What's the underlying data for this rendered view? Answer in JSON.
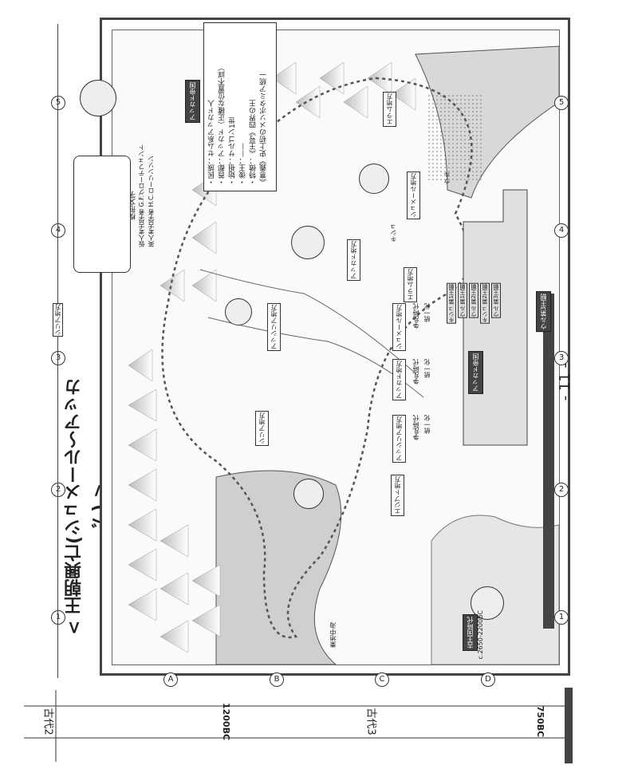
{
  "title": "< 王朝興亡(シュメール〜アッカド) >",
  "page_number": "- 11 -",
  "grid": {
    "columns": [
      "1",
      "2",
      "3",
      "4",
      "5"
    ],
    "rows": [
      "A",
      "B",
      "C",
      "D"
    ]
  },
  "timeline": {
    "era2": "古代2",
    "era3": "古代3",
    "year_start": "1200BC",
    "year_end": "750BC"
  },
  "info_box": {
    "lines": [
      "・民族：セム系アッカド人",
      "・首都：アッカド（正確な位置不詳）",
      "・始祖：サルゴン1世",
      "・後王：——",
      "・特徴：《王号》四界の王",
      "《意義》史上初のメソポタミア統一"
    ]
  },
  "empire_label": "アッカド帝国",
  "decipher_note": {
    "line1": "仮人考古学者 G.F.グローテフェント",
    "line2": "英人考古学者 H.C.ローリンソン"
  },
  "cuneiform_label": "楔形文字",
  "regions": {
    "elam": "エラム地方",
    "sumer": "シュメール地方",
    "akkad": "アッカド地方",
    "assyria": "アッシリア地方",
    "syria": "シリア地方",
    "egypt_region": "エジプト地方",
    "kish": "キシュ",
    "ur": "ウル",
    "east_sea": "東地中海"
  },
  "chronology": {
    "sumer_label": "シュメール地方",
    "akkad_label": "アッカド地方",
    "assyria_label": "アッシリア地方",
    "era_text": "争乱時代",
    "unify_text": "統一化",
    "akkad_empire": "アッカド帝国",
    "ur3": "ウル第3王朝",
    "elam_label": "エラム地方",
    "dynasty_rows": [
      "キシュ 第1王朝",
      "ウル 第1王朝",
      "ウル 第2王朝",
      "キシュ 第2王朝",
      "ウル 第3王朝"
    ]
  },
  "egypt": {
    "label": "古王国時代",
    "dates": "c.2650-2200BC"
  },
  "notes": {
    "page_tag": "シリア地方"
  }
}
